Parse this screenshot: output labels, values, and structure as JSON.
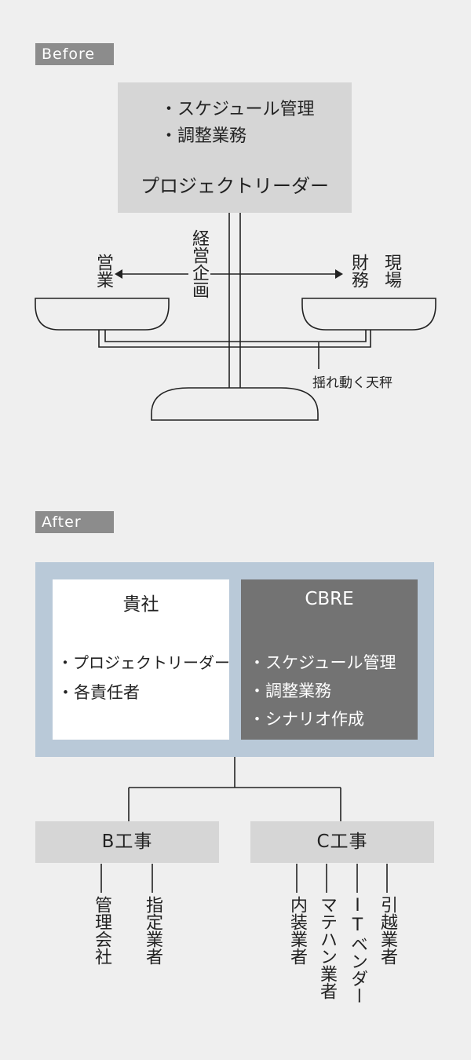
{
  "before": {
    "tag": "Before",
    "pm_bullets": [
      "・スケジュール管理",
      "・調整業務"
    ],
    "pm_title": "プロジェクトリーダー",
    "center_label": "経営企画",
    "left_label": "営業",
    "right_label_1": "財務",
    "right_label_2": "現場",
    "scale_note": "揺れ動く天秤"
  },
  "after": {
    "tag": "After",
    "client": {
      "title": "貴社",
      "items": [
        "・プロジェクトリーダー",
        "・各責任者"
      ]
    },
    "cbre": {
      "title": "CBRE",
      "items": [
        "・スケジュール管理",
        "・調整業務",
        "・シナリオ作成"
      ]
    },
    "b_work": {
      "title": "B工事",
      "subs": [
        "管理会社",
        "指定業者"
      ]
    },
    "c_work": {
      "title": "C工事",
      "subs": [
        "内装業者",
        "マテハン業者",
        "ITベンダー",
        "引越業者"
      ]
    }
  },
  "colors": {
    "background": "#efefef",
    "tag": "#8c8c8c",
    "light_box": "#d6d6d6",
    "frame": "#b9c9d8",
    "cbre_box": "#737373",
    "line": "#222222"
  }
}
